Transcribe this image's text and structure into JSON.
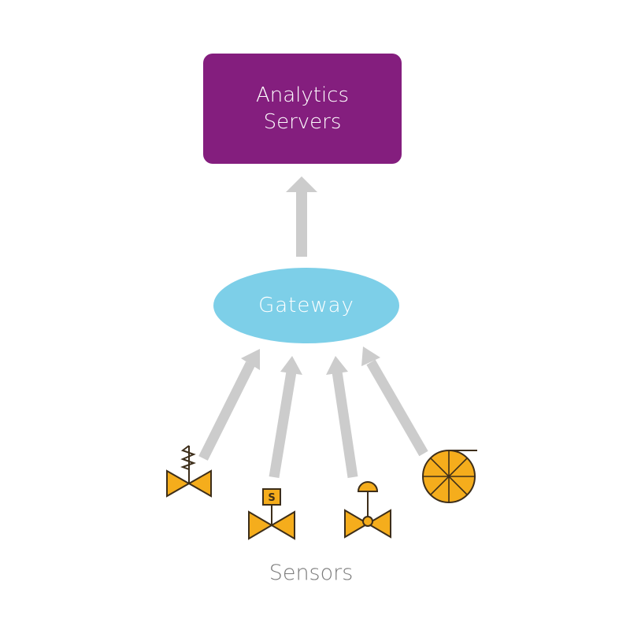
{
  "analytics": {
    "line1": "Analytics",
    "line2": "Servers"
  },
  "gateway": {
    "label": "Gateway"
  },
  "sensors": {
    "label": "Sensors"
  },
  "sensor_icons": [
    "spring-valve-icon",
    "solenoid-valve-icon",
    "diaphragm-valve-icon",
    "pump-icon"
  ],
  "solenoid_letter": "S",
  "colors": {
    "server": "#841e7e",
    "gateway": "#7dcfe8",
    "arrow": "#cccccc",
    "valve_fill": "#f5ad1c",
    "valve_stroke": "#3d2e1a"
  }
}
